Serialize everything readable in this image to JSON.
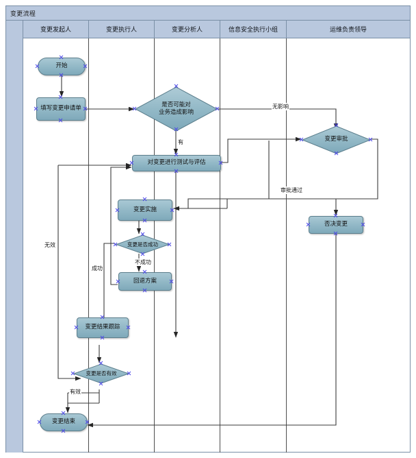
{
  "diagram": {
    "title": "变更流程",
    "type": "cross-functional-flowchart",
    "lanes": [
      {
        "id": "lane1",
        "label": "变更发起人"
      },
      {
        "id": "lane2",
        "label": "变更执行人"
      },
      {
        "id": "lane3",
        "label": "变更分析人"
      },
      {
        "id": "lane4",
        "label": "信息安全执行小组"
      },
      {
        "id": "lane5",
        "label": "运维负责领导"
      }
    ],
    "nodes": [
      {
        "id": "start",
        "label": "开始",
        "shape": "terminator",
        "lane": "lane1"
      },
      {
        "id": "form",
        "label": "填写变更申请单",
        "shape": "process",
        "lane": "lane1"
      },
      {
        "id": "impact",
        "label": "是否可能对\n业务造成影响",
        "shape": "decision",
        "lane": "lane2"
      },
      {
        "id": "test",
        "label": "对变更进行测试与评估",
        "shape": "process",
        "lane": "lane2"
      },
      {
        "id": "approve",
        "label": "变更审批",
        "shape": "decision",
        "lane": "lane5"
      },
      {
        "id": "reject",
        "label": "否决变更",
        "shape": "process",
        "lane": "lane5"
      },
      {
        "id": "execute",
        "label": "变更实施",
        "shape": "process",
        "lane": "lane2"
      },
      {
        "id": "success",
        "label": "变更是否成功",
        "shape": "decision",
        "lane": "lane2"
      },
      {
        "id": "rollback",
        "label": "回退方案",
        "shape": "process",
        "lane": "lane2"
      },
      {
        "id": "track",
        "label": "变更结果跟踪",
        "shape": "process",
        "lane": "lane1"
      },
      {
        "id": "valid",
        "label": "变更是否有效",
        "shape": "decision",
        "lane": "lane1"
      },
      {
        "id": "end",
        "label": "变更结束",
        "shape": "terminator",
        "lane": "lane1"
      }
    ],
    "edge_labels": [
      {
        "id": "no-impact",
        "text": "无影响"
      },
      {
        "id": "has-impact",
        "text": "有"
      },
      {
        "id": "approved",
        "text": "审批通过"
      },
      {
        "id": "failed",
        "text": "不成功"
      },
      {
        "id": "succeeded",
        "text": "成功"
      },
      {
        "id": "invalid",
        "text": "无效"
      },
      {
        "id": "effective",
        "text": "有效"
      }
    ],
    "colors": {
      "lane_header_fill": "#b9c8de",
      "node_fill": "#93b9c7",
      "node_stroke": "#5b7e8c",
      "connector": "#3a3a3a",
      "handle": "#4e49e8",
      "border": "#7a8fa6"
    }
  }
}
